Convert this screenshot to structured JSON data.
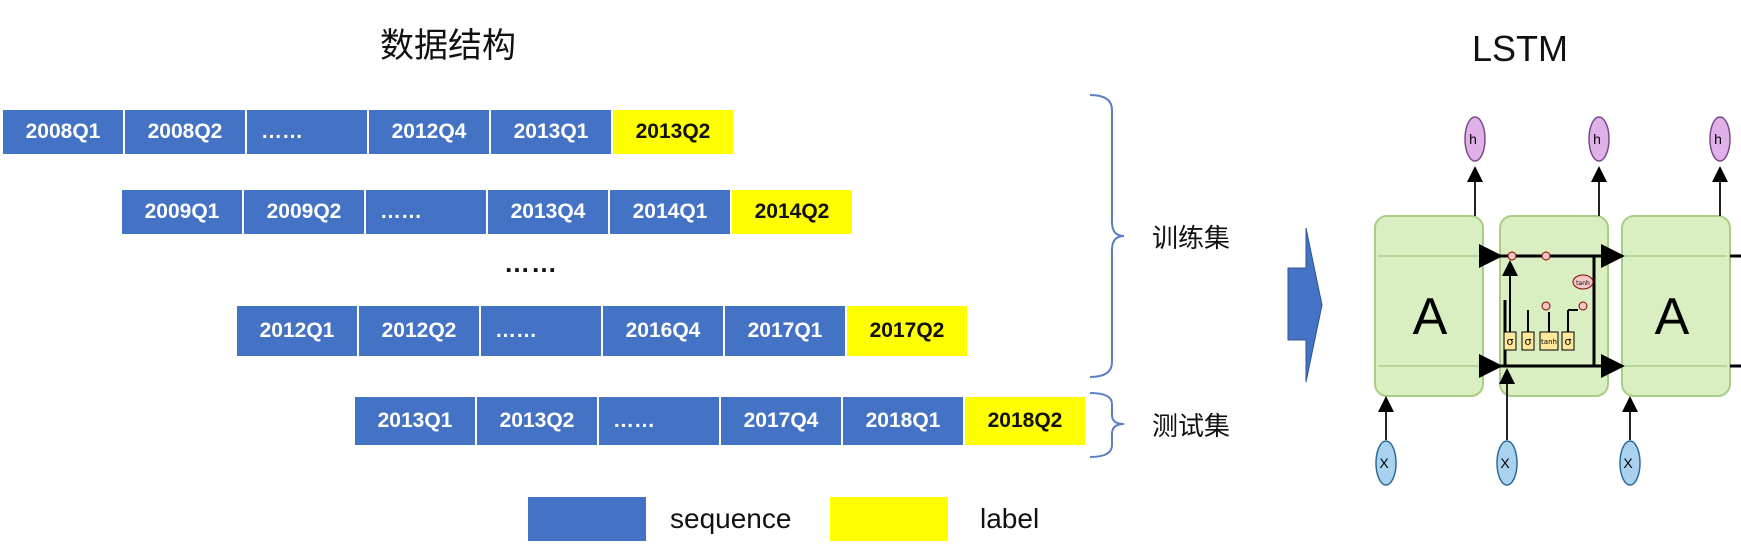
{
  "title": "数据结构",
  "lstm_title": "LSTM",
  "rows": [
    {
      "cells": [
        "2008Q1",
        "2008Q2",
        "……",
        "2012Q4",
        "2013Q1",
        "2013Q2"
      ]
    },
    {
      "cells": [
        "2009Q1",
        "2009Q2",
        "……",
        "2013Q4",
        "2014Q1",
        "2014Q2"
      ]
    },
    {
      "cells": [
        "2012Q1",
        "2012Q2",
        "……",
        "2016Q4",
        "2017Q1",
        "2017Q2"
      ]
    },
    {
      "cells": [
        "2013Q1",
        "2013Q2",
        "……",
        "2017Q4",
        "2018Q1",
        "2018Q2"
      ]
    }
  ],
  "middle_ellipsis": "……",
  "train_label": "训练集",
  "test_label": "测试集",
  "legend": {
    "sequence": "sequence",
    "label": "label"
  },
  "lstm": {
    "block_letter": "A",
    "gate_sigma": "σ",
    "tanh": "tanh",
    "outputs": [
      "h",
      "h",
      "h"
    ],
    "inputs": [
      "X",
      "X",
      "X"
    ]
  },
  "colors": {
    "sequence": "#4472C4",
    "label": "#FFFF00",
    "cell_green": "#D9EFC2",
    "arrow_blue": "#4472C4"
  }
}
